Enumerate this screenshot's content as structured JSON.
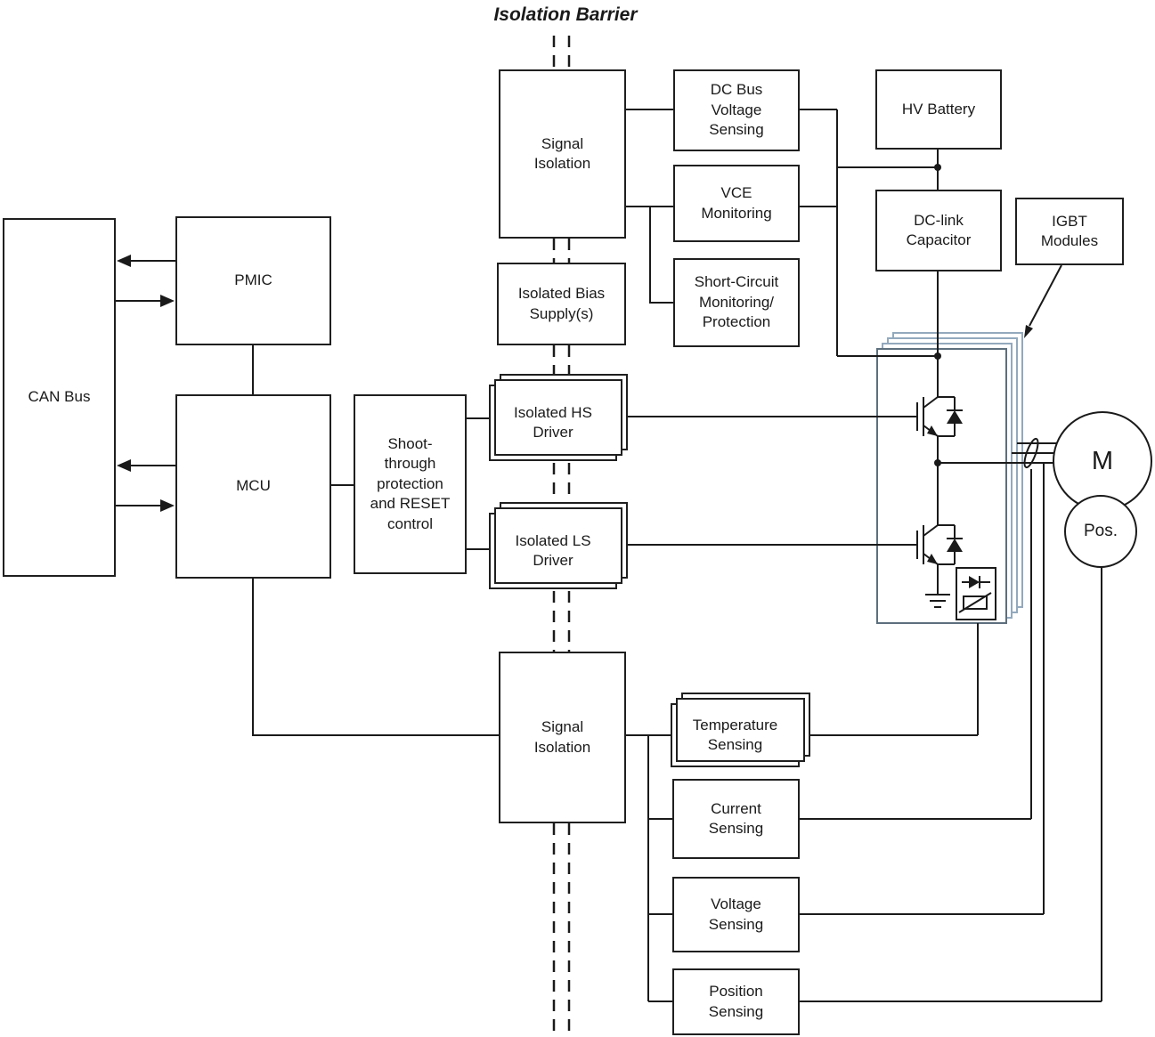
{
  "title": "Isolation Barrier",
  "colors": {
    "line": "#1a1a1a",
    "box_border": "#1f1f1f",
    "module_layer": "#93a9bd",
    "module_front": "#5d6f7d",
    "background": "#ffffff"
  },
  "nodes": {
    "can_bus": "CAN Bus",
    "pmic": "PMIC",
    "mcu": "MCU",
    "shoot_through": "Shoot-through protection and RESET control",
    "signal_isolation_top": "Signal Isolation",
    "isolated_bias_supply": "Isolated Bias Supply(s)",
    "isolated_hs_driver": "Isolated HS Driver",
    "isolated_ls_driver": "Isolated LS Driver",
    "dc_bus_voltage_sensing": "DC Bus Voltage Sensing",
    "vce_monitoring": "VCE Monitoring",
    "short_circuit_monitoring": "Short-Circuit Monitoring/ Protection",
    "hv_battery": "HV Battery",
    "dc_link_capacitor": "DC-link Capacitor",
    "igbt_modules": "IGBT Modules",
    "motor": "M",
    "position_sensor": "Pos.",
    "signal_isolation_bottom": "Signal Isolation",
    "temperature_sensing": "Temperature Sensing",
    "current_sensing": "Current Sensing",
    "voltage_sensing": "Voltage Sensing",
    "position_sensing": "Position Sensing"
  }
}
